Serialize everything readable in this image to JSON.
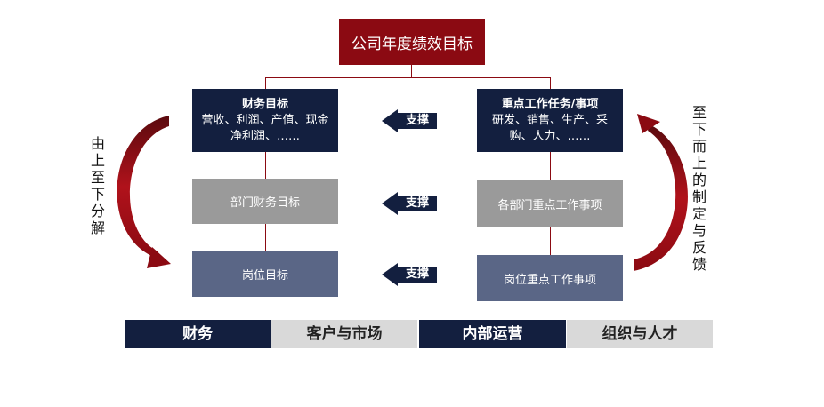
{
  "top_goal": "公司年度绩效目标",
  "left_column": {
    "finance_title": "财务目标",
    "finance_items": "营收、利润、产值、现金净利润、……",
    "dept": "部门财务目标",
    "position": "岗位目标"
  },
  "right_column": {
    "tasks_title": "重点工作任务/事项",
    "tasks_items": "研发、销售、生产、采购、人力、……",
    "dept": "各部门重点工作事项",
    "position": "岗位重点工作事项"
  },
  "support_label": "支撑",
  "left_vertical": "由上至下分解",
  "right_vertical": "至下而上的制定与反馈",
  "tabs": [
    "财务",
    "客户与市场",
    "内部运营",
    "组织与人才"
  ],
  "colors": {
    "red": "#8b0a12",
    "navy": "#131f3f",
    "grey": "#9a9a9a",
    "slate": "#5a6686",
    "light": "#d9d9d9"
  }
}
